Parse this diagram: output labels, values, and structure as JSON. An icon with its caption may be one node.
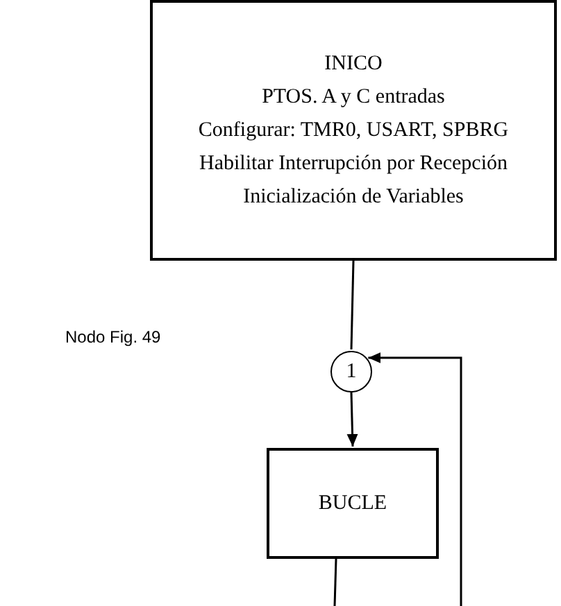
{
  "diagram": {
    "nodes": [
      {
        "text": [
          "INICO",
          "PTOS. A y C entradas",
          "Configurar: TMR0, USART, SPBRG",
          "Habilitar Interrupción por Recepción",
          "Inicialización de Variables"
        ]
      },
      {
        "text": [
          "1"
        ]
      },
      {
        "text": [
          "BUCLE"
        ]
      }
    ],
    "edges": [
      {
        "from": 0,
        "to": 1,
        "arrow": "none"
      },
      {
        "from": 1,
        "to": 2,
        "arrow": "to"
      },
      {
        "from": 2,
        "to": null,
        "arrow": "none"
      },
      {
        "from": null,
        "to": 1,
        "arrow": "to"
      }
    ],
    "labels": [
      "Nodo Fig. 49"
    ]
  }
}
